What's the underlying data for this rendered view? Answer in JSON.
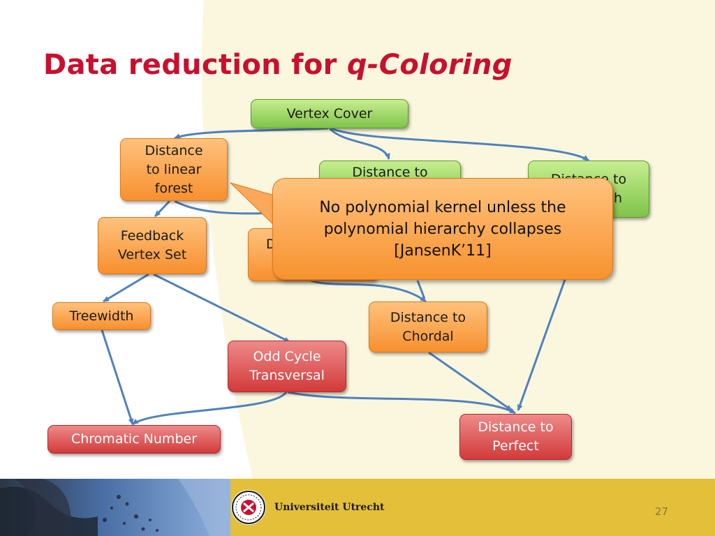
{
  "slide": {
    "title_main": "Data reduction for ",
    "title_italic": "q-Coloring",
    "callout_line1": "No polynomial kernel unless the",
    "callout_line2": "polynomial hierarchy collapses",
    "callout_line3": "[JansenK’11]",
    "university": "Universiteit Utrecht",
    "page_number": "27"
  },
  "colors": {
    "title": "#c8102e",
    "green_node": "#9dd462",
    "orange_node": "#f9a24a",
    "red_node": "#e05a5a",
    "edge": "#4f81bd",
    "cream_panel": "#fbf7df",
    "gold_band": "#e3bf3a"
  },
  "nodes": {
    "vertex_cover": {
      "line1": "Vertex Cover"
    },
    "distance_linear_forest": {
      "line1": "Distance",
      "line2": "to linear",
      "line3": "forest"
    },
    "distance_to_a": {
      "line1": "Distance to"
    },
    "distance_to_b": {
      "line1": "Distance to",
      "line2": "h"
    },
    "feedback_vertex_set": {
      "line1": "Feedback",
      "line2": "Vertex Set"
    },
    "distance_hidden": {
      "line1": "D"
    },
    "treewidth": {
      "line1": "Treewidth"
    },
    "distance_to_chordal": {
      "line1": "Distance to",
      "line2": "Chordal"
    },
    "odd_cycle_transversal": {
      "line1": "Odd Cycle",
      "line2": "Transversal"
    },
    "chromatic_number": {
      "line1": "Chromatic Number"
    },
    "distance_to_perfect": {
      "line1": "Distance to",
      "line2": "Perfect"
    }
  }
}
